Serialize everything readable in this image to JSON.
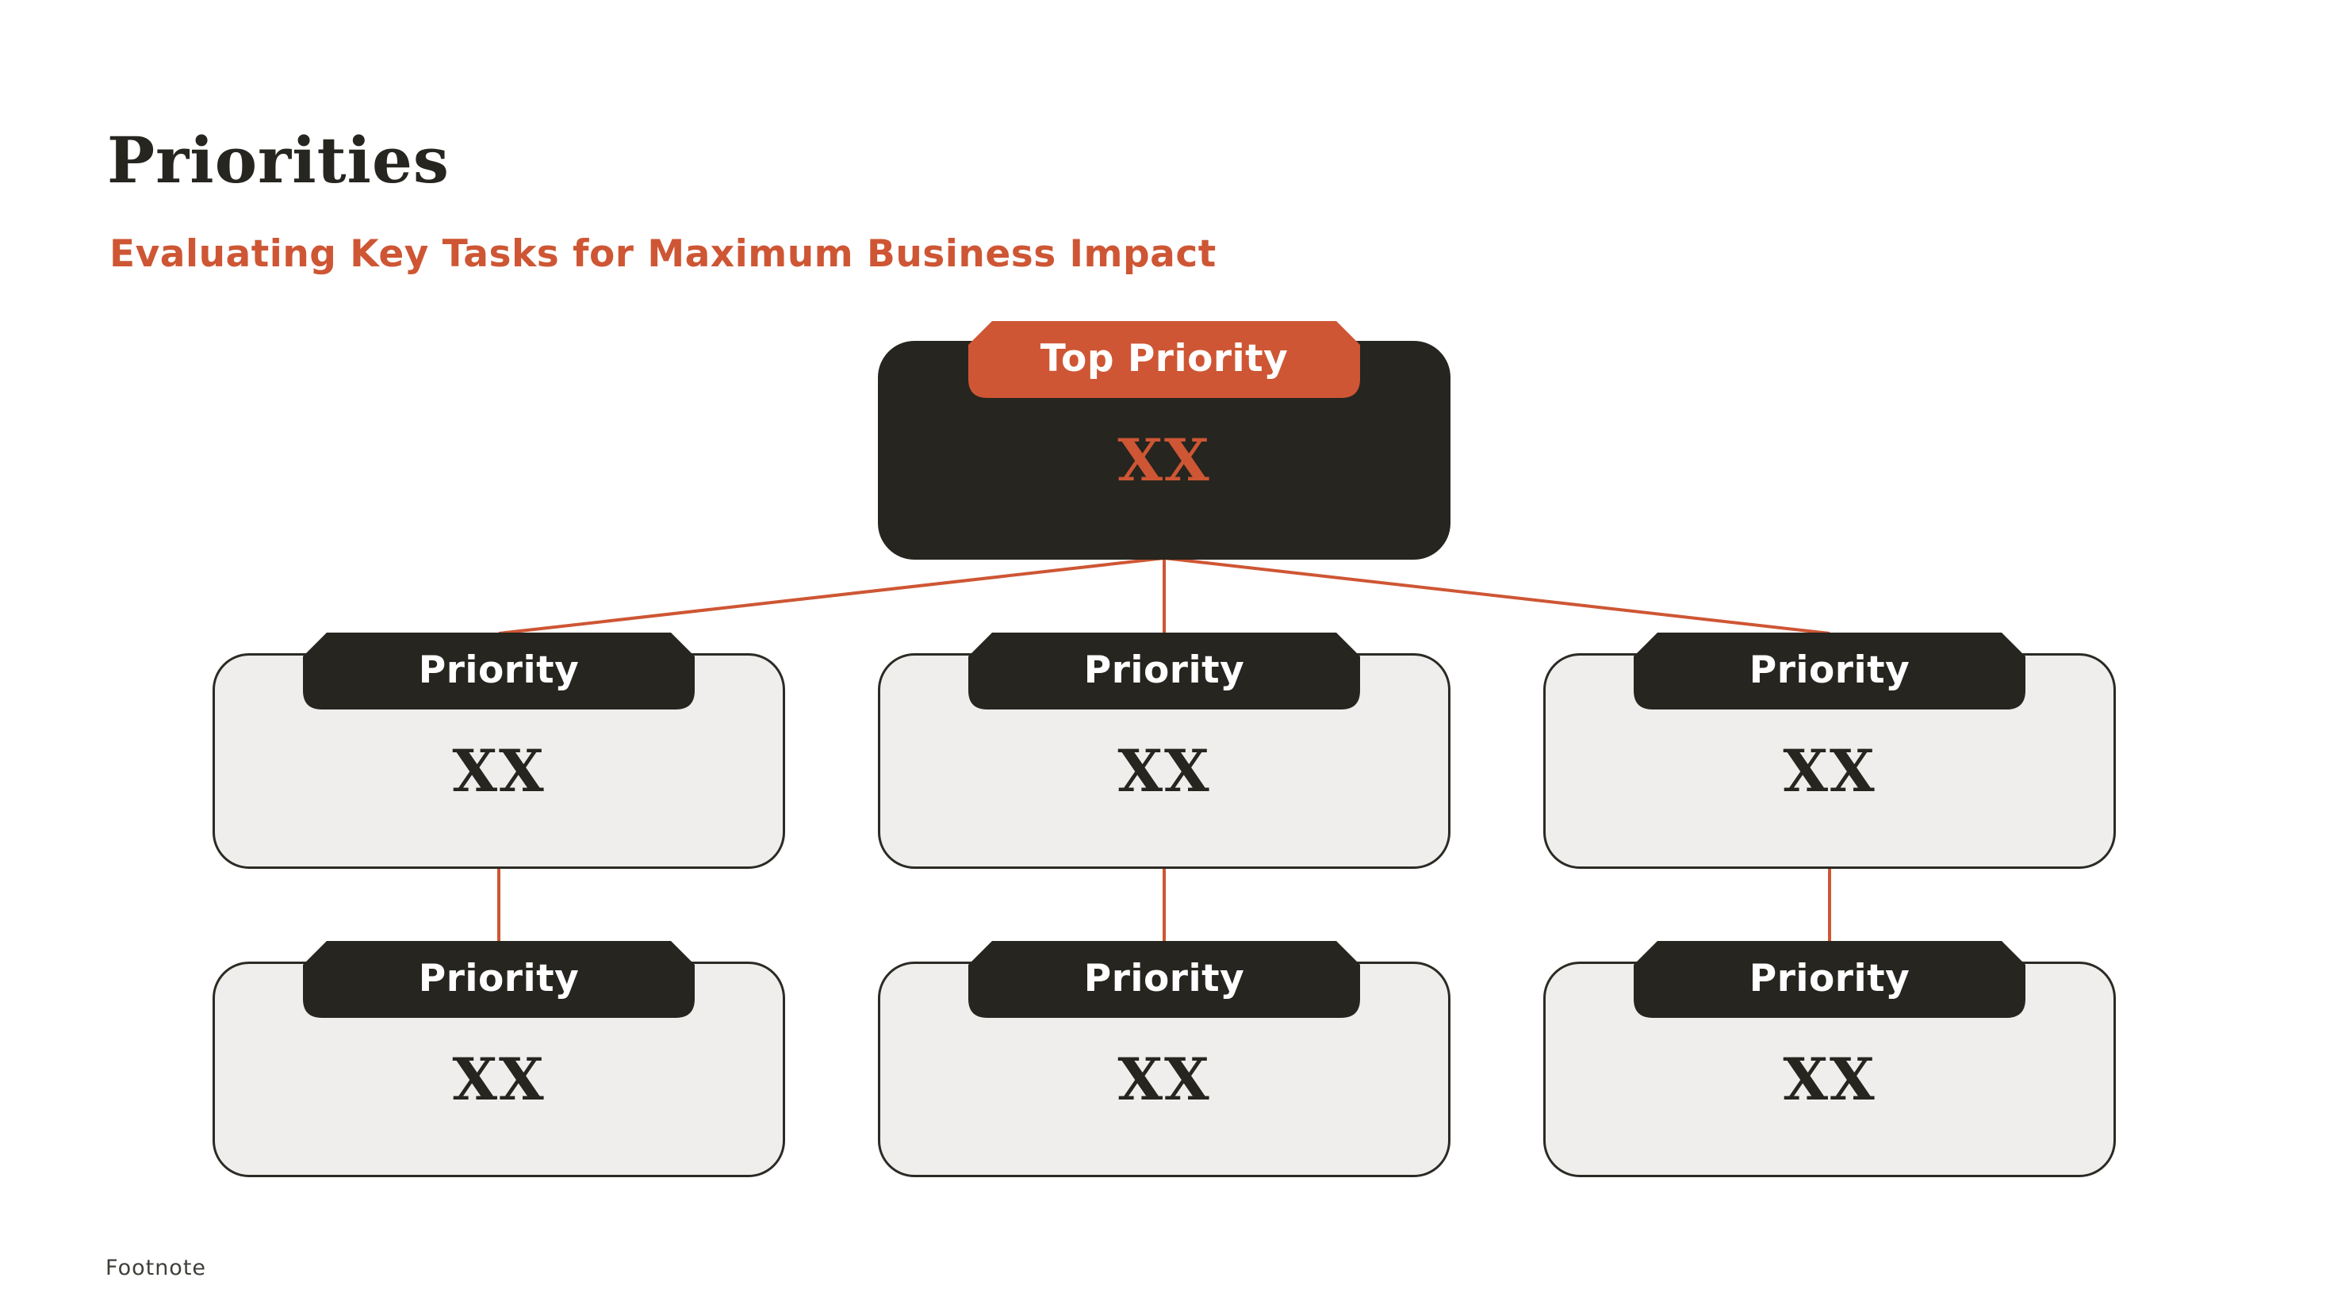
{
  "slide": {
    "title": "Priorities",
    "subtitle": "Evaluating Key Tasks for Maximum Business Impact",
    "footnote": "Footnote"
  },
  "colors": {
    "accent_orange": "#ce5634",
    "dark": "#26251f",
    "light_box_fill": "#efeeec",
    "box_border": "#2b2a24",
    "tab_text": "#ffffff",
    "background": "#ffffff",
    "footnote_text": "#3f3e38"
  },
  "diagram": {
    "type": "hierarchy",
    "root": {
      "tab_label": "Top Priority",
      "value": "XX"
    },
    "level2": [
      {
        "tab_label": "Priority",
        "value": "XX"
      },
      {
        "tab_label": "Priority",
        "value": "XX"
      },
      {
        "tab_label": "Priority",
        "value": "XX"
      }
    ],
    "level3": [
      {
        "tab_label": "Priority",
        "value": "XX"
      },
      {
        "tab_label": "Priority",
        "value": "XX"
      },
      {
        "tab_label": "Priority",
        "value": "XX"
      }
    ]
  }
}
